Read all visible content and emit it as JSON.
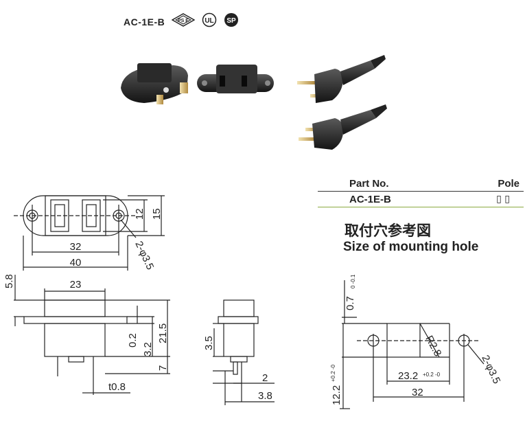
{
  "header": {
    "model": "AC-1E-B",
    "cert_pse": "PS E",
    "cert_ul": "UL",
    "cert_csa": "SP"
  },
  "table": {
    "col_part": "Part No.",
    "col_pole": "Pole",
    "part_value": "AC-1E-B",
    "pole_value": "▯ ▯"
  },
  "mounting": {
    "title_jp": "取付穴参考図",
    "title_en": "Size of mounting hole"
  },
  "dims": {
    "top_12": "12",
    "top_15": "15",
    "top_32": "32",
    "top_40": "40",
    "top_hole": "2-φ3.5",
    "front_23": "23",
    "front_5_8": "5.8",
    "front_0_2": "0.2",
    "front_3_2": "3.2",
    "front_21_5": "21.5",
    "front_7": "7",
    "front_t0_8": "t0.8",
    "side_3_5": "3.5",
    "side_2": "2",
    "side_3_8": "3.8",
    "hole_0_7": "0.7",
    "hole_0_7_tol": "0 -0.1",
    "hole_r2_8": "R2.8",
    "hole_23_2": "23.2",
    "hole_23_2_tol": "+0.2 -0",
    "hole_12_2": "12.2",
    "hole_12_2_tol": "+0.2 -0",
    "hole_32": "32",
    "hole_dia": "2-φ3.5"
  }
}
